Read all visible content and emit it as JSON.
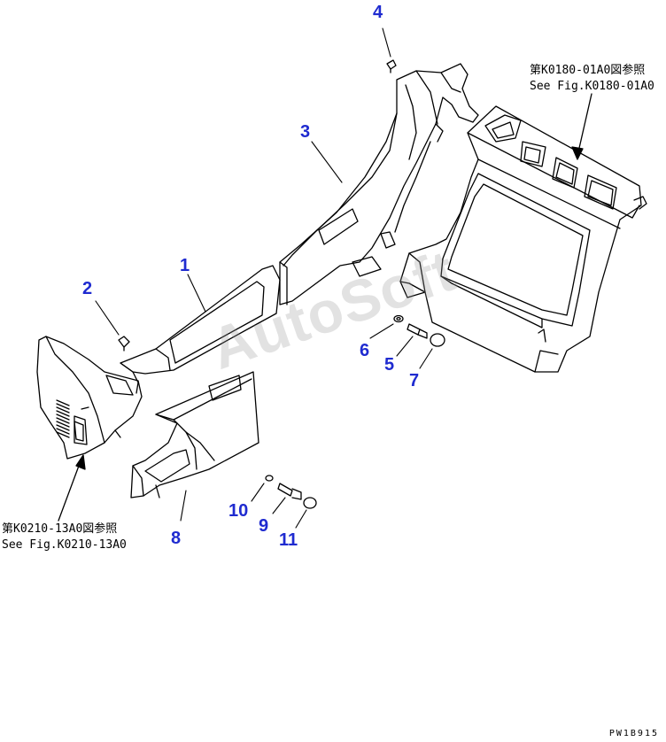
{
  "callouts": {
    "c1": "1",
    "c2": "2",
    "c3": "3",
    "c4": "4",
    "c5": "5",
    "c6": "6",
    "c7": "7",
    "c8": "8",
    "c9": "9",
    "c10": "10",
    "c11": "11"
  },
  "references": {
    "top_right_line1": "第K0180-01A0図参照",
    "top_right_line2": "See Fig.K0180-01A0",
    "bottom_left_line1": "第K0210-13A0図参照",
    "bottom_left_line2": "See Fig.K0210-13A0"
  },
  "watermark": "AutoSoft",
  "drawing_code": "PW1B915",
  "colors": {
    "callout": "#1f2bd0",
    "line": "#000000"
  }
}
